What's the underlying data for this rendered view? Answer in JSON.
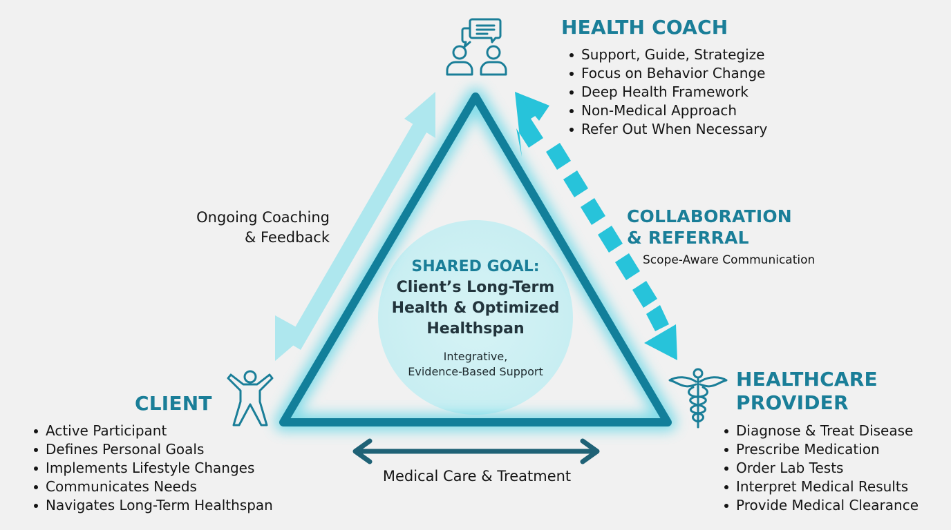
{
  "colors": {
    "background": "#f1f1f1",
    "heading_teal": "#1a7e98",
    "triangle_stroke": "#127f9a",
    "triangle_glow": "#5fd6e6",
    "coaching_arrow": "#aee7ee",
    "collab_arrow": "#27c3da",
    "medical_arrow": "#1f6276",
    "center_circle": "#cdf0f3",
    "goal_dark": "#22343c",
    "text": "#141414"
  },
  "health_coach": {
    "icon": "chat-people-icon",
    "title": "HEALTH COACH",
    "items": [
      "Support, Guide, Strategize",
      "Focus on Behavior Change",
      "Deep Health Framework",
      "Non-Medical Approach",
      "Refer Out When Necessary"
    ]
  },
  "client": {
    "icon": "person-arms-up-icon",
    "title": "CLIENT",
    "items": [
      "Active Participant",
      "Defines Personal Goals",
      "Implements Lifestyle Changes",
      "Communicates Needs",
      "Navigates Long-Term Healthspan"
    ]
  },
  "healthcare_provider": {
    "icon": "caduceus-icon",
    "title_line1": "HEALTHCARE",
    "title_line2": "PROVIDER",
    "items": [
      "Diagnose & Treat Disease",
      "Prescribe Medication",
      "Order Lab Tests",
      "Interpret Medical Results",
      "Provide Medical Clearance"
    ]
  },
  "links": {
    "coaching": {
      "line1": "Ongoing Coaching",
      "line2": "& Feedback"
    },
    "collaboration": {
      "line1": "COLLABORATION",
      "line2": "& REFERRAL",
      "sub": "Scope-Aware Communication"
    },
    "medical": {
      "label": "Medical Care & Treatment"
    }
  },
  "center": {
    "title": "SHARED GOAL:",
    "line1": "Client’s Long-Term",
    "line2": "Health & Optimized",
    "line3": "Healthspan",
    "sub1": "Integrative,",
    "sub2": "Evidence-Based Support"
  }
}
